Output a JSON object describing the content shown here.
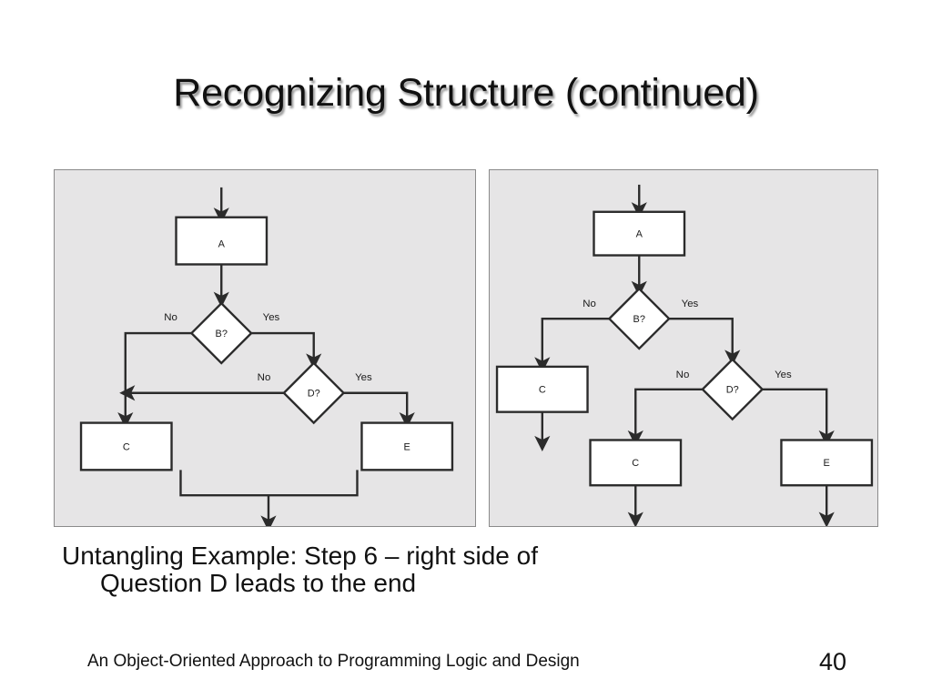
{
  "slide": {
    "title": "Recognizing Structure (continued)",
    "caption_line1": "Untangling Example:  Step 6 – right side of",
    "caption_line2": "Question D leads to the end",
    "footer": "An Object-Oriented Approach to Programming Logic and Design",
    "page_number": "40",
    "colors": {
      "panel_background": "#e6e5e6",
      "panel_border": "#8a8a8a",
      "shape_fill": "#ffffff",
      "shape_stroke": "#2b2b2b",
      "text": "#111111"
    }
  },
  "diagrams": {
    "left": {
      "name": "tangled-flowchart",
      "nodes": [
        {
          "id": "A",
          "type": "process",
          "label": "A"
        },
        {
          "id": "B",
          "type": "decision",
          "label": "B?"
        },
        {
          "id": "D",
          "type": "decision",
          "label": "D?"
        },
        {
          "id": "C",
          "type": "process",
          "label": "C"
        },
        {
          "id": "E",
          "type": "process",
          "label": "E"
        }
      ],
      "edges": [
        {
          "from": "start",
          "to": "A",
          "label": ""
        },
        {
          "from": "A",
          "to": "B",
          "label": ""
        },
        {
          "from": "B",
          "to": "C",
          "label": "No"
        },
        {
          "from": "B",
          "to": "D",
          "label": "Yes"
        },
        {
          "from": "D",
          "to": "C",
          "label": "No"
        },
        {
          "from": "D",
          "to": "E",
          "label": "Yes"
        },
        {
          "from": "C",
          "to": "end",
          "label": ""
        },
        {
          "from": "E",
          "to": "end",
          "label": ""
        }
      ]
    },
    "right": {
      "name": "untangled-flowchart",
      "nodes": [
        {
          "id": "A",
          "type": "process",
          "label": "A"
        },
        {
          "id": "B",
          "type": "decision",
          "label": "B?"
        },
        {
          "id": "C1",
          "type": "process",
          "label": "C"
        },
        {
          "id": "D",
          "type": "decision",
          "label": "D?"
        },
        {
          "id": "C2",
          "type": "process",
          "label": "C"
        },
        {
          "id": "E",
          "type": "process",
          "label": "E"
        }
      ],
      "edges": [
        {
          "from": "start",
          "to": "A",
          "label": ""
        },
        {
          "from": "A",
          "to": "B",
          "label": ""
        },
        {
          "from": "B",
          "to": "C1",
          "label": "No"
        },
        {
          "from": "B",
          "to": "D",
          "label": "Yes"
        },
        {
          "from": "D",
          "to": "C2",
          "label": "No"
        },
        {
          "from": "D",
          "to": "E",
          "label": "Yes"
        },
        {
          "from": "C1",
          "to": "end",
          "label": ""
        },
        {
          "from": "C2",
          "to": "end",
          "label": ""
        },
        {
          "from": "E",
          "to": "end",
          "label": ""
        }
      ]
    }
  }
}
